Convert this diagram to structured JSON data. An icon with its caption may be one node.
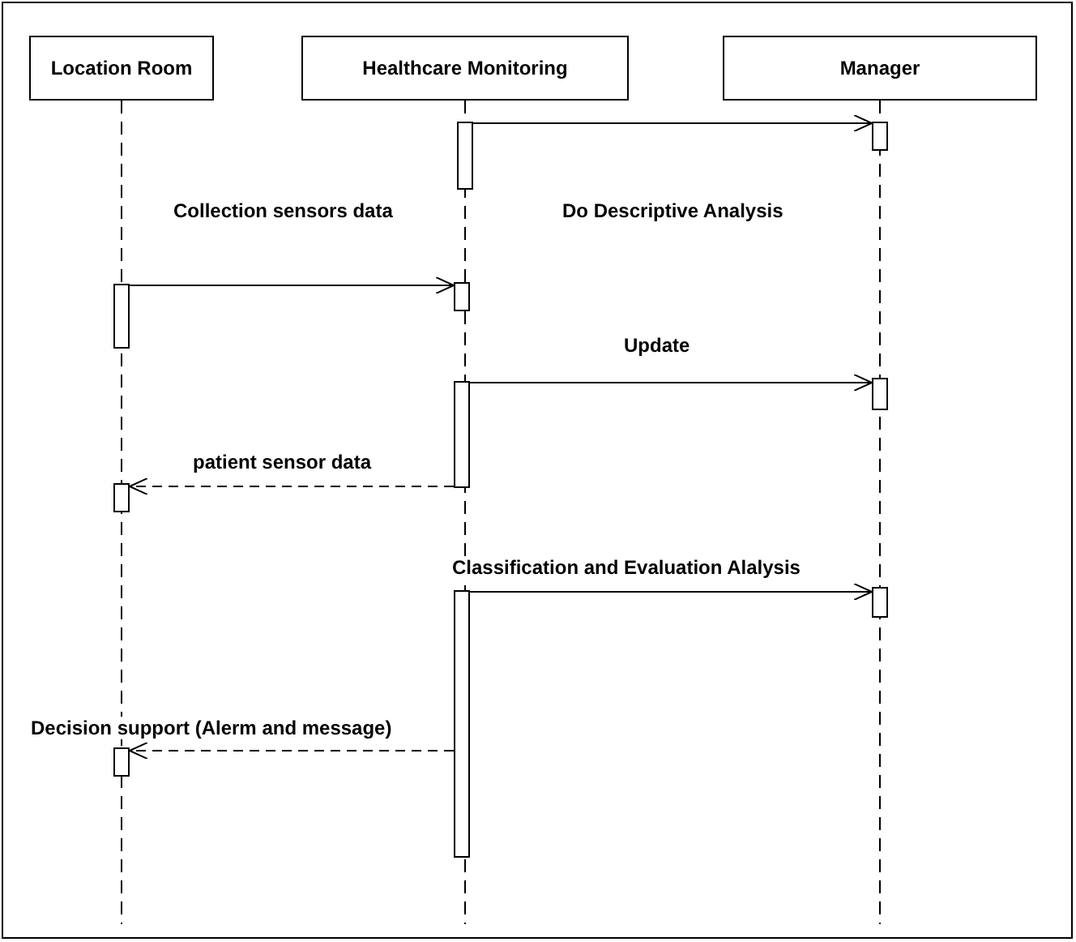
{
  "diagram": {
    "nodes": [
      {
        "text": [
          "Location Room"
        ]
      },
      {
        "text": [
          "Healthcare Monitoring"
        ]
      },
      {
        "text": [
          "Manager"
        ]
      },
      {
        "text": [],
        "shape": "bar"
      },
      {
        "text": [],
        "shape": "bar"
      },
      {
        "text": [],
        "shape": "bar"
      },
      {
        "text": [],
        "shape": "bar"
      },
      {
        "text": [],
        "shape": "bar"
      },
      {
        "text": [],
        "shape": "bar"
      },
      {
        "text": [],
        "shape": "bar"
      },
      {
        "text": [],
        "shape": "bar"
      },
      {
        "text": [],
        "shape": "bar"
      },
      {
        "text": [],
        "shape": "bar"
      }
    ],
    "edges": [
      {
        "from": 3,
        "to": 4,
        "arrow": "to",
        "label": "Do Descriptive Analysis"
      },
      {
        "from": 5,
        "to": 6,
        "arrow": "to",
        "label": "Collection sensors data"
      },
      {
        "from": 7,
        "to": 8,
        "arrow": "to",
        "label": "Update"
      },
      {
        "from": 7,
        "to": 9,
        "arrow": "to",
        "style": "dashed",
        "label": "patient sensor data"
      },
      {
        "from": 10,
        "to": 11,
        "arrow": "to",
        "label": "Classification and Evaluation Alalysis"
      },
      {
        "from": 10,
        "to": 12,
        "arrow": "to",
        "style": "dashed",
        "label": "Decision support (Alerm and message)"
      }
    ]
  }
}
